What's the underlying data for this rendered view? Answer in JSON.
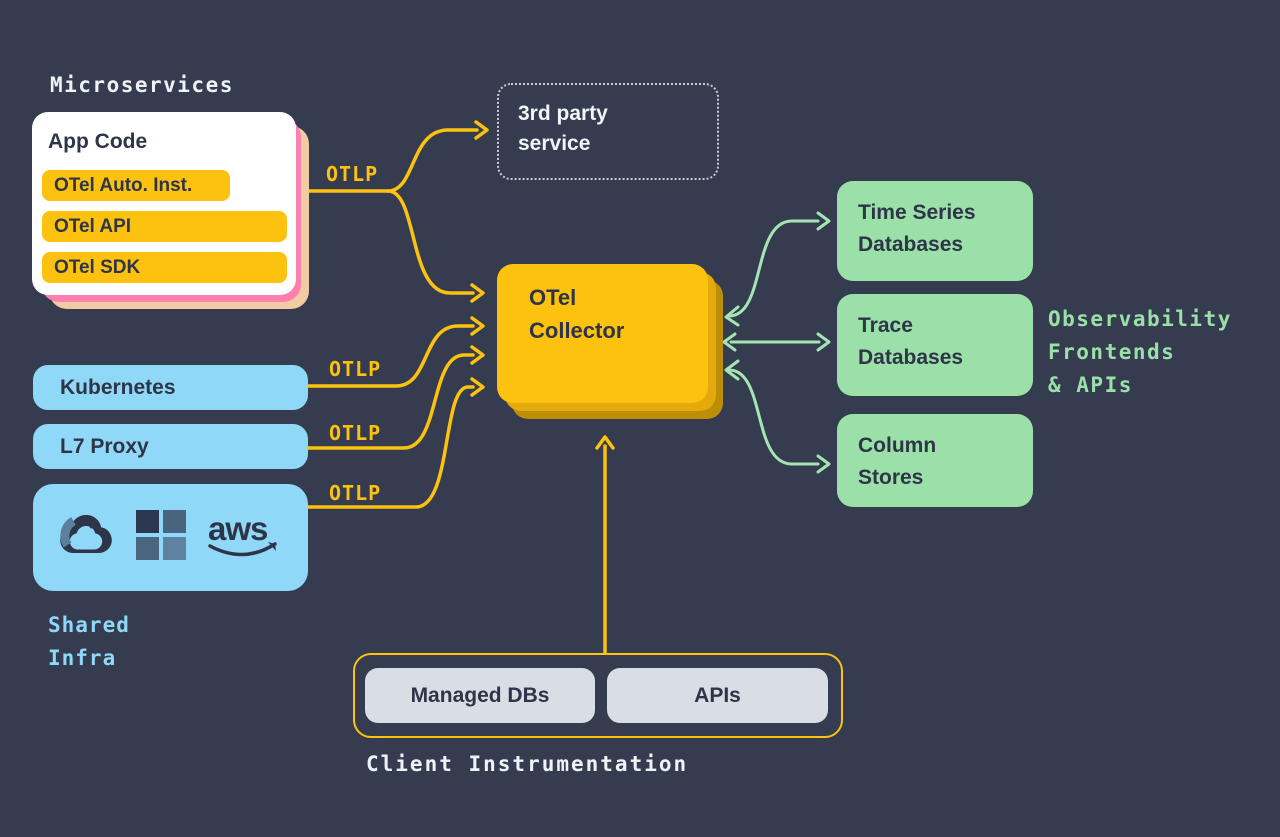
{
  "colors": {
    "background": "#353C4F",
    "yellow": "#FCC20F",
    "collector_shadow_mid": "#E4A90B",
    "collector_shadow_deep": "#BD8E06",
    "pink_shadow": "#FF7FAE",
    "peach_shadow": "#F1CBA2",
    "blue": "#8FD8F7",
    "green": "#9BE0A8",
    "gray_pill": "#D9DEE5",
    "dark_text": "#2F3548",
    "white_text": "#EFF2F6"
  },
  "microservices": {
    "label": "Microservices",
    "app_code": {
      "title": "App Code",
      "pills": [
        "OTel Auto. Inst.",
        "OTel API",
        "OTel SDK"
      ]
    }
  },
  "third_party": {
    "label": "3rd party\nservice"
  },
  "otlp": [
    "OTLP",
    "OTLP",
    "OTLP",
    "OTLP"
  ],
  "collector": {
    "label": "OTel\nCollector"
  },
  "sources": {
    "kubernetes": "Kubernetes",
    "l7_proxy": "L7 Proxy",
    "shared_infra_label": "Shared\nInfra",
    "logos": [
      "google-cloud",
      "microsoft",
      "aws"
    ]
  },
  "backends": {
    "boxes": [
      "Time Series\nDatabases",
      "Trace\nDatabases",
      "Column\nStores"
    ],
    "frontends_label": "Observability\nFrontends\n& APIs"
  },
  "client_instrumentation": {
    "label": "Client Instrumentation",
    "pills": [
      "Managed DBs",
      "APIs"
    ]
  }
}
